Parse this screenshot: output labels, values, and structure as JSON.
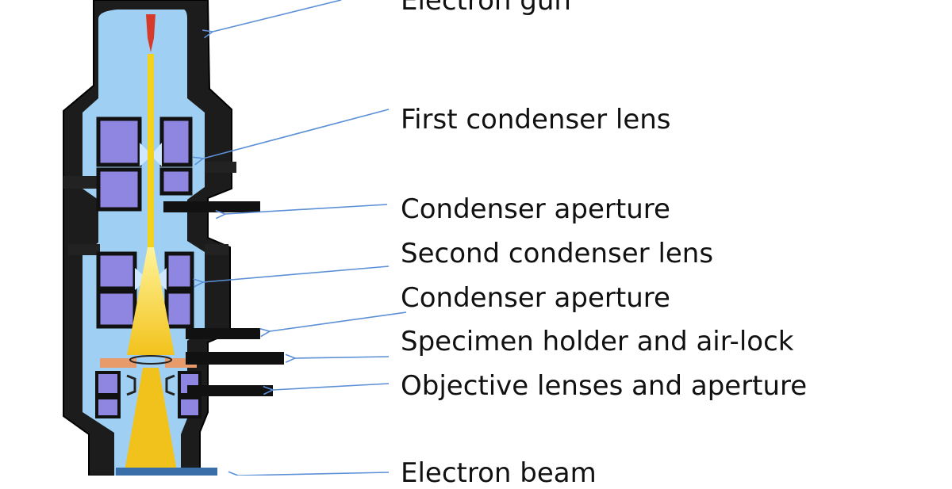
{
  "labels": {
    "electron_gun": "Electron gun",
    "first_condenser_lens": "First condenser lens",
    "condenser_aperture_1": "Condenser  aperture",
    "second_condenser_lens": "Second condenser lens",
    "condenser_aperture_2": "Condenser aperture",
    "specimen_holder": "Specimen holder and air-lock",
    "objective_lenses": "Objective lenses and aperture",
    "electron_beam": "Electron beam"
  },
  "colors": {
    "housing": "#1c1c1c",
    "vacuum": "#9fd0f3",
    "lens_coil": "#8e86e0",
    "beam": "#f2d21c",
    "gun_tip": "#d63a2a",
    "specimen_holder": "#e89b6a",
    "arrow": "#5b8fd6"
  }
}
